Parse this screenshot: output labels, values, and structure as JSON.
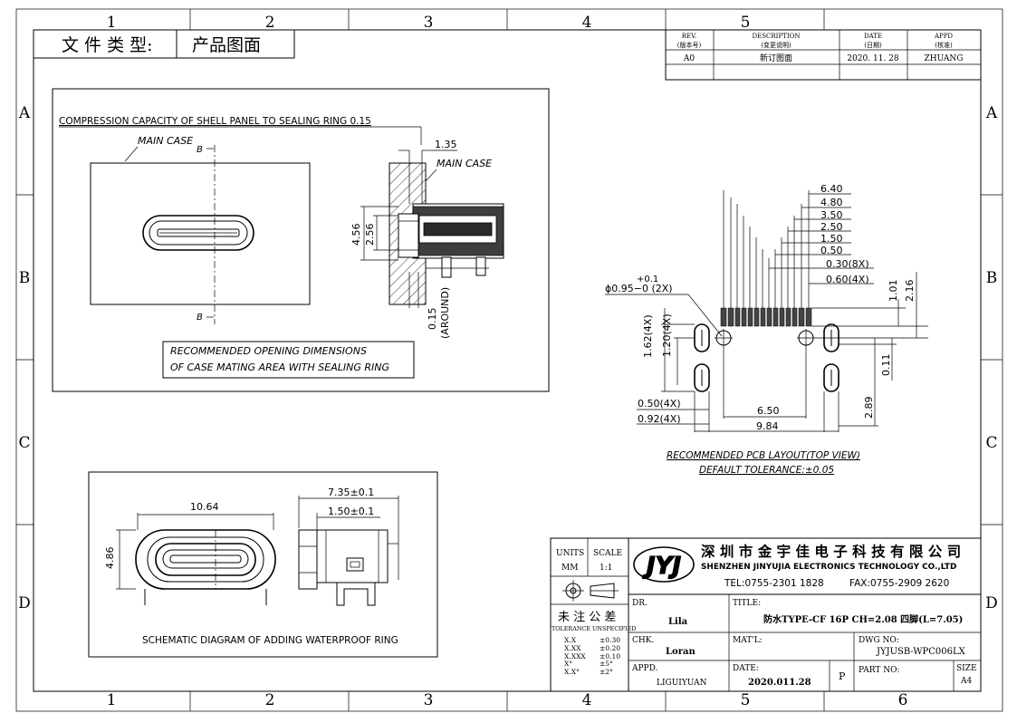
{
  "zones": {
    "cols": [
      "1",
      "2",
      "3",
      "4",
      "5",
      "6"
    ],
    "rows": [
      "A",
      "B",
      "C",
      "D"
    ]
  },
  "file_type": {
    "label": "文 件 类 型:",
    "value": "产品图面"
  },
  "revision_table": {
    "headers": [
      {
        "en": "REV.",
        "cn": "(版本号)"
      },
      {
        "en": "DESCRIPTION",
        "cn": "(变更说明)"
      },
      {
        "en": "DATE",
        "cn": "(日期)"
      },
      {
        "en": "APPD",
        "cn": "(核准)"
      }
    ],
    "rows": [
      [
        "A0",
        "新订图面",
        "2020. 11. 28",
        "ZHUANG"
      ]
    ]
  },
  "view_top_left": {
    "compression_note": "COMPRESSION CAPACITY OF SHELL PANEL TO SEALING RING 0.15",
    "main_case_1": "MAIN CASE",
    "main_case_2": "MAIN CASE",
    "section_mark_top": "B",
    "section_mark_bottom": "B",
    "dim_135": "1.35",
    "dim_456": "4.56",
    "dim_256": "2.56",
    "dim_015": "0.15",
    "dim_around": "(AROUND)",
    "recommended_line1": "RECOMMENDED OPENING DIMENSIONS",
    "recommended_line2": "OF CASE MATING AREA WITH SEALING RING"
  },
  "pcb_layout": {
    "dims_right": [
      "6.40",
      "4.80",
      "3.50",
      "2.50",
      "1.50",
      "0.50",
      "0.30(8X)",
      "0.60(4X)"
    ],
    "hole_tol": "+0.1",
    "hole_dia": "ϕ0.95−0  (2X)",
    "dim_162": "1.62(4X)",
    "dim_120": "1.20(4X)",
    "dim_101": "1.01",
    "dim_216": "2.16",
    "dim_011": "0.11",
    "dim_289": "2.89",
    "dim_050": "0.50(4X)",
    "dim_092": "0.92(4X)",
    "dim_650": "6.50",
    "dim_984": "9.84",
    "caption": "RECOMMENDED  PCB  LAYOUT(TOP  VIEW)",
    "tolerance": "DEFAULT  TOLERANCE:±0.05"
  },
  "view_bottom_left": {
    "dim_1064": "10.64",
    "dim_486": "4.86",
    "dim_735": "7.35±0.1",
    "dim_150": "1.50±0.1",
    "caption": "SCHEMATIC  DIAGRAM  OF  ADDING  WATERPROOF  RING"
  },
  "title_block": {
    "units_label": "UNITS",
    "units_value": "MM",
    "scale_label": "SCALE",
    "scale_value": "1:1",
    "logo": "JYJ",
    "company_cn": "深 圳 市 金 宇 佳 电 子 科 技 有 限 公 司",
    "company_en": "SHENZHEN  JINYUJIA ELECTRONICS TECHNOLOGY CO.,LTD",
    "tel": "TEL:0755-2301 1828",
    "fax": "FAX:0755-2909 2620",
    "unspec_cn": "未 注 公 差",
    "unspec_en": "TOLERANCE UNSPECIFIED",
    "tolerances": [
      [
        "X.X",
        "±0.30"
      ],
      [
        "X.XX",
        "±0.20"
      ],
      [
        "X.XXX",
        "±0.10"
      ],
      [
        "X°",
        "±5°"
      ],
      [
        "X.X°",
        "±2°"
      ]
    ],
    "dr_label": "DR.",
    "dr_value": "Lila",
    "chk_label": "CHK.",
    "chk_value": "Loran",
    "appd_label": "APPD.",
    "appd_value": "LIGUIYUAN",
    "title_label": "TITLE:",
    "title_value": "防水TYPE-CF 16P CH=2.08 四脚(L=7.05)",
    "matl_label": "MAT'L:",
    "dwg_label": "DWG NO:",
    "dwg_value": "JYJUSB-WPC006LX",
    "date_label": "DATE:",
    "date_value": "2020.011.28",
    "page_mark": "P",
    "part_label": "PART  NO:",
    "size_label": "SIZE",
    "size_value": "A4"
  }
}
